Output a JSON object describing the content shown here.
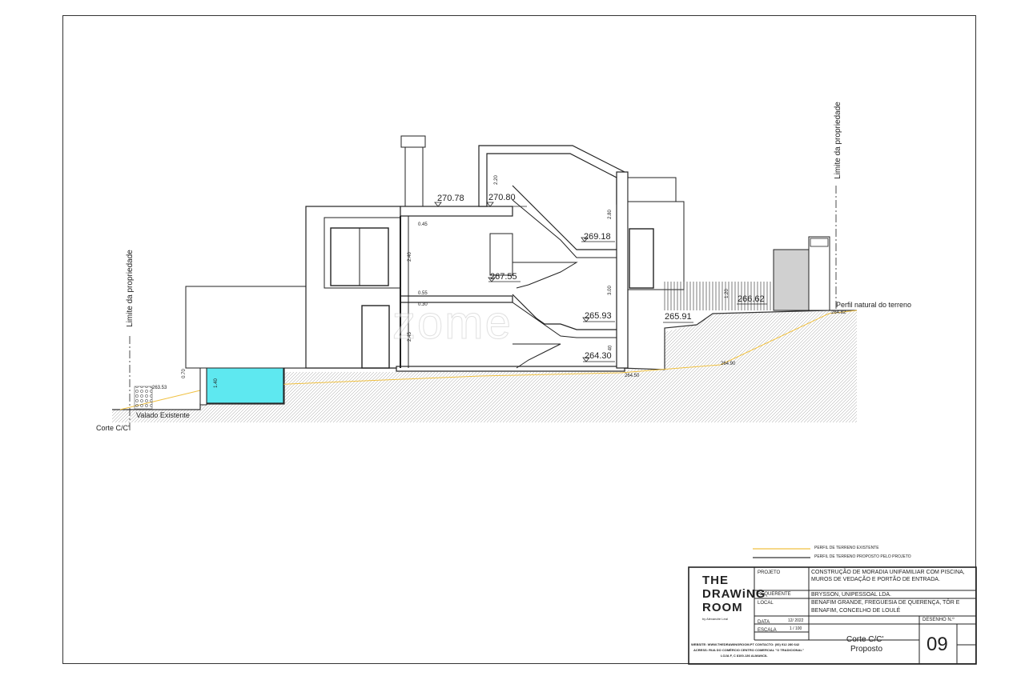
{
  "section": {
    "corte_label": "Corte C/C'",
    "limite_left": "Limite da propriedade",
    "limite_right": "Limite da propriedade",
    "perfil_natural": "Perfil natural do terreno",
    "valado": "Valado Existente",
    "watermark": "zome"
  },
  "levels": {
    "l27078": "270.78",
    "l27080": "270.80",
    "l26918": "269.18",
    "l26755": "267.55",
    "l26593": "265.93",
    "l26430": "264.30",
    "l26591": "265.91",
    "l26662": "266.62",
    "l26490": "264.90",
    "l26450": "264.50",
    "l26353": "263.53",
    "l26482": "264.82"
  },
  "dims": {
    "d045": "0.45",
    "d240": "2.40",
    "d055": "0.55",
    "d030": "0.30",
    "d245": "2.45",
    "d220": "2.20",
    "d280": "2.80",
    "d300": "3.00",
    "d040": "40",
    "d120": "1.20",
    "d070": "0.70",
    "d140": "1.40"
  },
  "legend": {
    "existente": "PERFIL DE TERRENO EXISTENTE",
    "proposto": "PERFIL DE TERRENO PROPOSTO PELO PROJETO",
    "existente_color": "#f0c040",
    "proposto_color": "#333333"
  },
  "titleblock": {
    "logo_line1": "THE",
    "logo_line2": "DRAWiNG",
    "logo_line3": "ROOM",
    "logo_sub": "by Alexandre Leal",
    "contact_line1": "WEBSITE: WWW.THEDRAWINGROOM.PT   CONTACTO: (00)  912 280 642",
    "contact_line2": "ACRESS: RUA DO COMÉRCIO CENTRO COMERCIAL \"O TRADICIONAL\"",
    "contact_line3": "LOJA F, C   8100-136 ALMANCIL",
    "projeto_label": "PROJETO",
    "projeto_value_1": "CONSTRUÇÃO DE MORADIA UNIFAMILIAR COM PISCINA,",
    "projeto_value_2": "MUROS DE VEDAÇÃO E PORTÃO DE ENTRADA.",
    "requerente_label": "REQUERENTE",
    "requerente_value": "BRYSSON, UNIPESSOAL LDA.",
    "local_label": "LOCAL",
    "local_value_1": "BENAFIM GRANDE, FREGUESIA DE QUERENÇA, TÔR E",
    "local_value_2": "BENAFIM, CONCELHO DE LOULÉ",
    "data_label": "DATA",
    "data_value": "12/ 2022",
    "escala_label": "ESCALA",
    "escala_value": "1 / 100",
    "desenho_label": "DESENHO N.º",
    "title_1": "Corte C/C'",
    "title_2": "Proposto",
    "number": "09",
    "pool_color": "#5ee8f0",
    "hatch_color": "#888888"
  }
}
